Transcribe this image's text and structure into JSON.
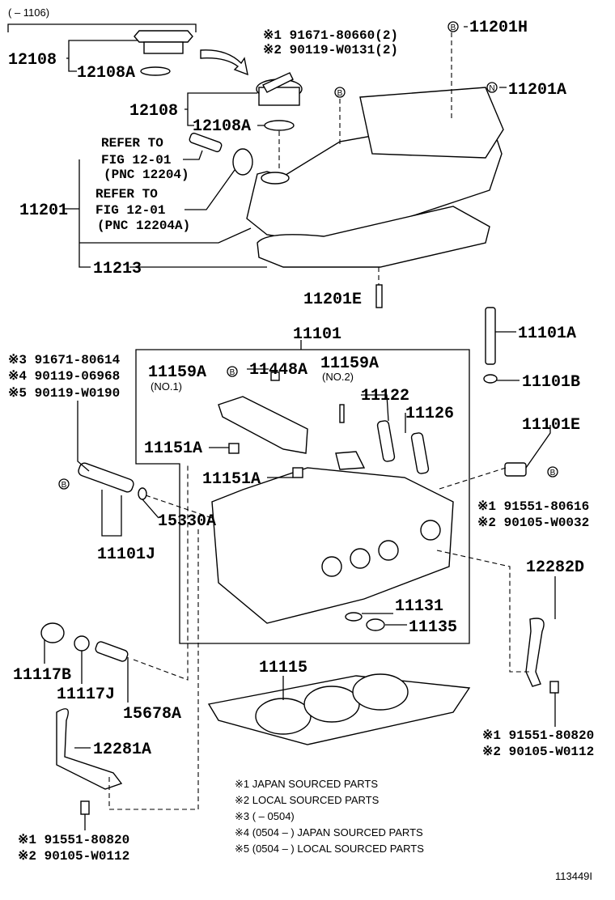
{
  "labels": {
    "top_range": "(      – 1106)",
    "p12108_a": "12108",
    "p12108A_a": "12108A",
    "top_note1": "※1  91671-80660(2)",
    "top_note2": "※2  90119-W0131(2)",
    "p11201H": "11201H",
    "p11201A": "11201A",
    "p12108_b": "12108",
    "p12108A_b": "12108A",
    "refer1_l1": "REFER TO",
    "refer1_l2": "FIG 12-01",
    "refer1_l3": "(PNC 12204)",
    "refer2_l1": "REFER TO",
    "refer2_l2": "FIG 12-01",
    "refer2_l3": "(PNC 12204A)",
    "p11201": "11201",
    "p11213": "11213",
    "p11201E": "11201E",
    "p11101": "11101",
    "p11101A": "11101A",
    "left_note3": "※3 91671-80614",
    "left_note4": "※4 90119-06968",
    "left_note5": "※5 90119-W0190",
    "p11159A_1": "11159A",
    "no1": "(NO.1)",
    "p11448A": "11448A",
    "p11159A_2": "11159A",
    "no2": "(NO.2)",
    "p11101B": "11101B",
    "p11122": "11122",
    "p11126": "11126",
    "p11101E": "11101E",
    "p11151A_1": "11151A",
    "p11151A_2": "11151A",
    "right_note1a": "※1  91551-80616",
    "right_note2a": "※2  90105-W0032",
    "p15330A": "15330A",
    "p11101J": "11101J",
    "p12282D": "12282D",
    "p11131": "11131",
    "p11135": "11135",
    "p11115": "11115",
    "p11117B": "11117B",
    "p11117J": "11117J",
    "p15678A": "15678A",
    "p12281A": "12281A",
    "right_note1b": "※1  91551-80820",
    "right_note2b": "※2  90105-W0112",
    "left_note1b": "※1 91551-80820",
    "left_note2b": "※2 90105-W0112"
  },
  "markers": {
    "B": "B",
    "N": "N"
  },
  "legend": [
    "※1   JAPAN SOURCED PARTS",
    "※2   LOCAL SOURCED PARTS",
    "※3 (          – 0504)",
    "※4  (0504 –          ) JAPAN SOURCED PARTS",
    "※5  (0504 –          ) LOCAL SOURCED PARTS"
  ],
  "figure_id": "113449I"
}
